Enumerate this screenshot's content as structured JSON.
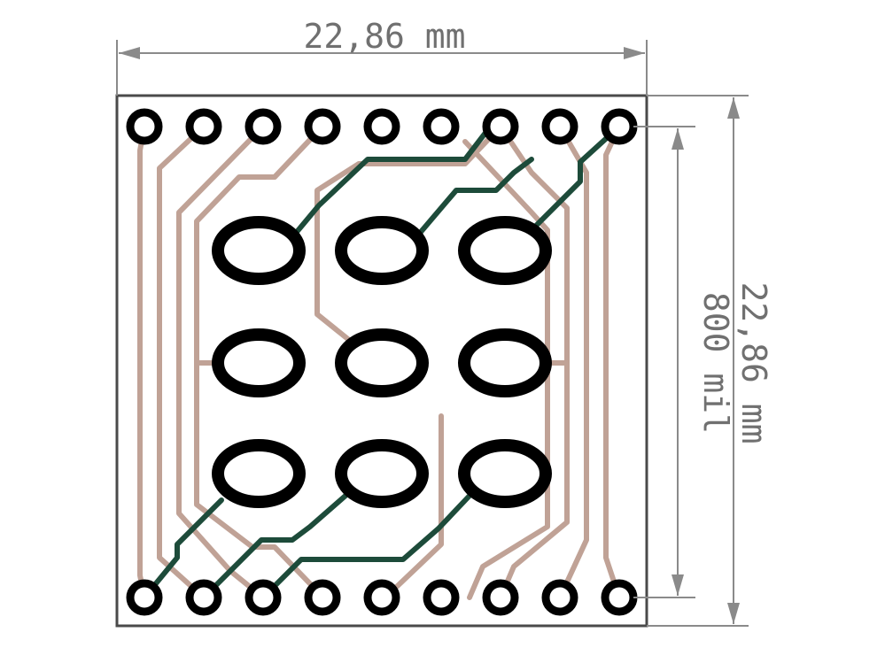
{
  "dimensions": {
    "width_label": "22,86 mm",
    "height_label": "22,86 mm",
    "pitch_label": "800 mil"
  },
  "colors": {
    "board_outline": "#4a4a4a",
    "dimension_line": "#8a8a8a",
    "dimension_text": "#707070",
    "pad": "#000000",
    "trace_top": "#c0a296",
    "trace_bottom": "#1d4b3a",
    "background": "#ffffff"
  },
  "board": {
    "top_pin_count": 9,
    "bottom_pin_count": 9,
    "oval_pad_grid": {
      "rows": 3,
      "cols": 3
    }
  }
}
